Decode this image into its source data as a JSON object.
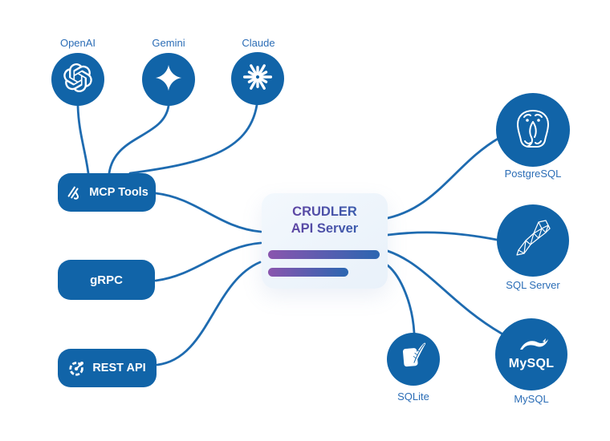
{
  "diagram": {
    "center": {
      "title_line1": "CRUDLER",
      "title_line2": "API Server"
    },
    "providers": [
      {
        "label": "OpenAI",
        "icon": "openai-icon"
      },
      {
        "label": "Gemini",
        "icon": "gemini-icon"
      },
      {
        "label": "Claude",
        "icon": "claude-icon"
      }
    ],
    "interfaces": [
      {
        "label": "MCP Tools",
        "icon": "mcp-icon"
      },
      {
        "label": "gRPC",
        "icon": ""
      },
      {
        "label": "REST API",
        "icon": "rest-api-icon"
      }
    ],
    "databases": [
      {
        "label": "PostgreSQL",
        "icon": "postgresql-icon"
      },
      {
        "label": "SQL Server",
        "icon": "sql-server-icon"
      },
      {
        "label": "MySQL",
        "icon": "mysql-icon"
      },
      {
        "label": "SQLite",
        "icon": "sqlite-icon"
      }
    ],
    "mysql_logo_text": "MySQL",
    "colors": {
      "node_blue": "#1164a8",
      "connector_blue": "#1e6bb0",
      "label_blue": "#2b6db6",
      "title_gradient_start": "#6f3da0",
      "title_gradient_end": "#2a64b0",
      "bar_gradient_start": "#8a55ae",
      "bar_gradient_end": "#2b66b1",
      "card_bg": "#edf4fb"
    }
  }
}
